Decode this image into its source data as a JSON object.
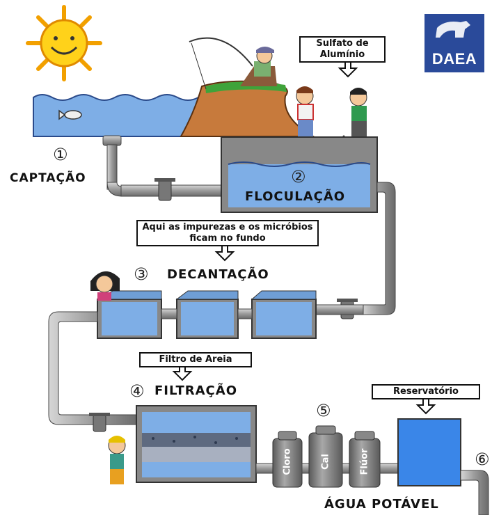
{
  "logo": {
    "text": "DAEA"
  },
  "callouts": {
    "sulfato": "Sulfato de Alumínio",
    "impurezas": "Aqui as impurezas e os micróbios ficam no fundo",
    "areia": "Filtro de Areia",
    "reservatorio": "Reservatório"
  },
  "steps": {
    "s1": {
      "num": "①",
      "label": "CAPTAÇÃO"
    },
    "s2": {
      "num": "②",
      "label": "FLOCULAÇÃO"
    },
    "s3": {
      "num": "③",
      "label": "DECANTAÇÃO"
    },
    "s4": {
      "num": "④",
      "label": "FILTRAÇÃO"
    },
    "s5": {
      "num": "⑤"
    },
    "s6": {
      "num": "⑥",
      "label": "ÁGUA POTÁVEL"
    }
  },
  "tanks": {
    "cloro": "Cloro",
    "cal": "Cal",
    "fluor": "Flúor"
  },
  "colors": {
    "water": "#7eaee6",
    "pipe": "#9a9a9a",
    "logo": "#2a4a9a"
  }
}
